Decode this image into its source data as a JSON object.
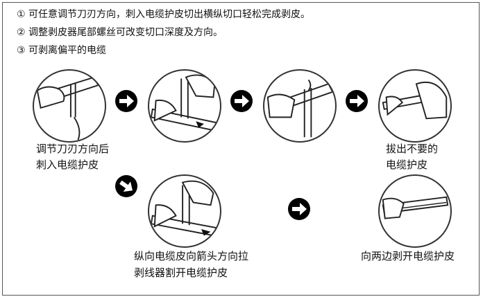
{
  "instructions": [
    "① 可任意调节刀刃方向，刺入电缆护皮切出横纵切口轻松完成剥皮。",
    "② 调整剥皮器尾部螺丝可改变切口深度及方向。",
    "③ 可剥离偏平的电缆"
  ],
  "captions": {
    "step1_line1": "调节刀刃方向后",
    "step1_line2": "刺入电缆护皮",
    "step4_line1": "拔出不要的",
    "step4_line2": "电缆护皮",
    "step5_line1": "纵向电缆皮向箭头方向拉",
    "step5_line2": "剥线器割开电缆护皮",
    "step6_line1": "向两边剥开电缆护皮"
  },
  "icons": {
    "arrow": "right-arrow-circle-icon",
    "step": "hand-cable-stripper-illustration"
  },
  "colors": {
    "ink": "#111111",
    "arrow_fill": "#000000"
  }
}
